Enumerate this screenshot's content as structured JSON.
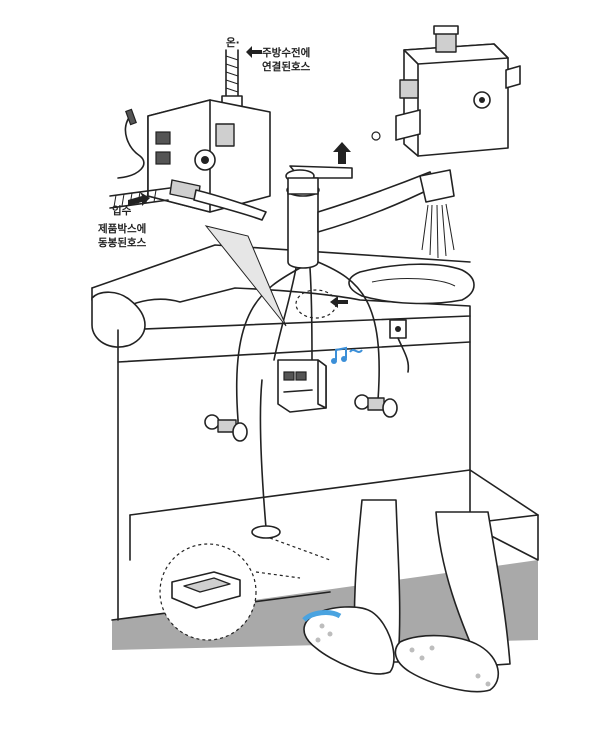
{
  "labels": {
    "hot_cold_top": "온·",
    "kitchen_faucet_line1": "주방수전에",
    "kitchen_faucet_line2": "연결된호스",
    "water_inlet": "입수",
    "product_box_line1": "제품박스에",
    "product_box_line2": "동봉된호스"
  },
  "colors": {
    "ink": "#222222",
    "floor_gray": "#a9a9a9",
    "sensor_blue": "#4aa3e0",
    "music_note": "#3b8fd8"
  },
  "icons": [
    "arrow-up-icon",
    "arrow-left-icon",
    "music-note-icon"
  ]
}
